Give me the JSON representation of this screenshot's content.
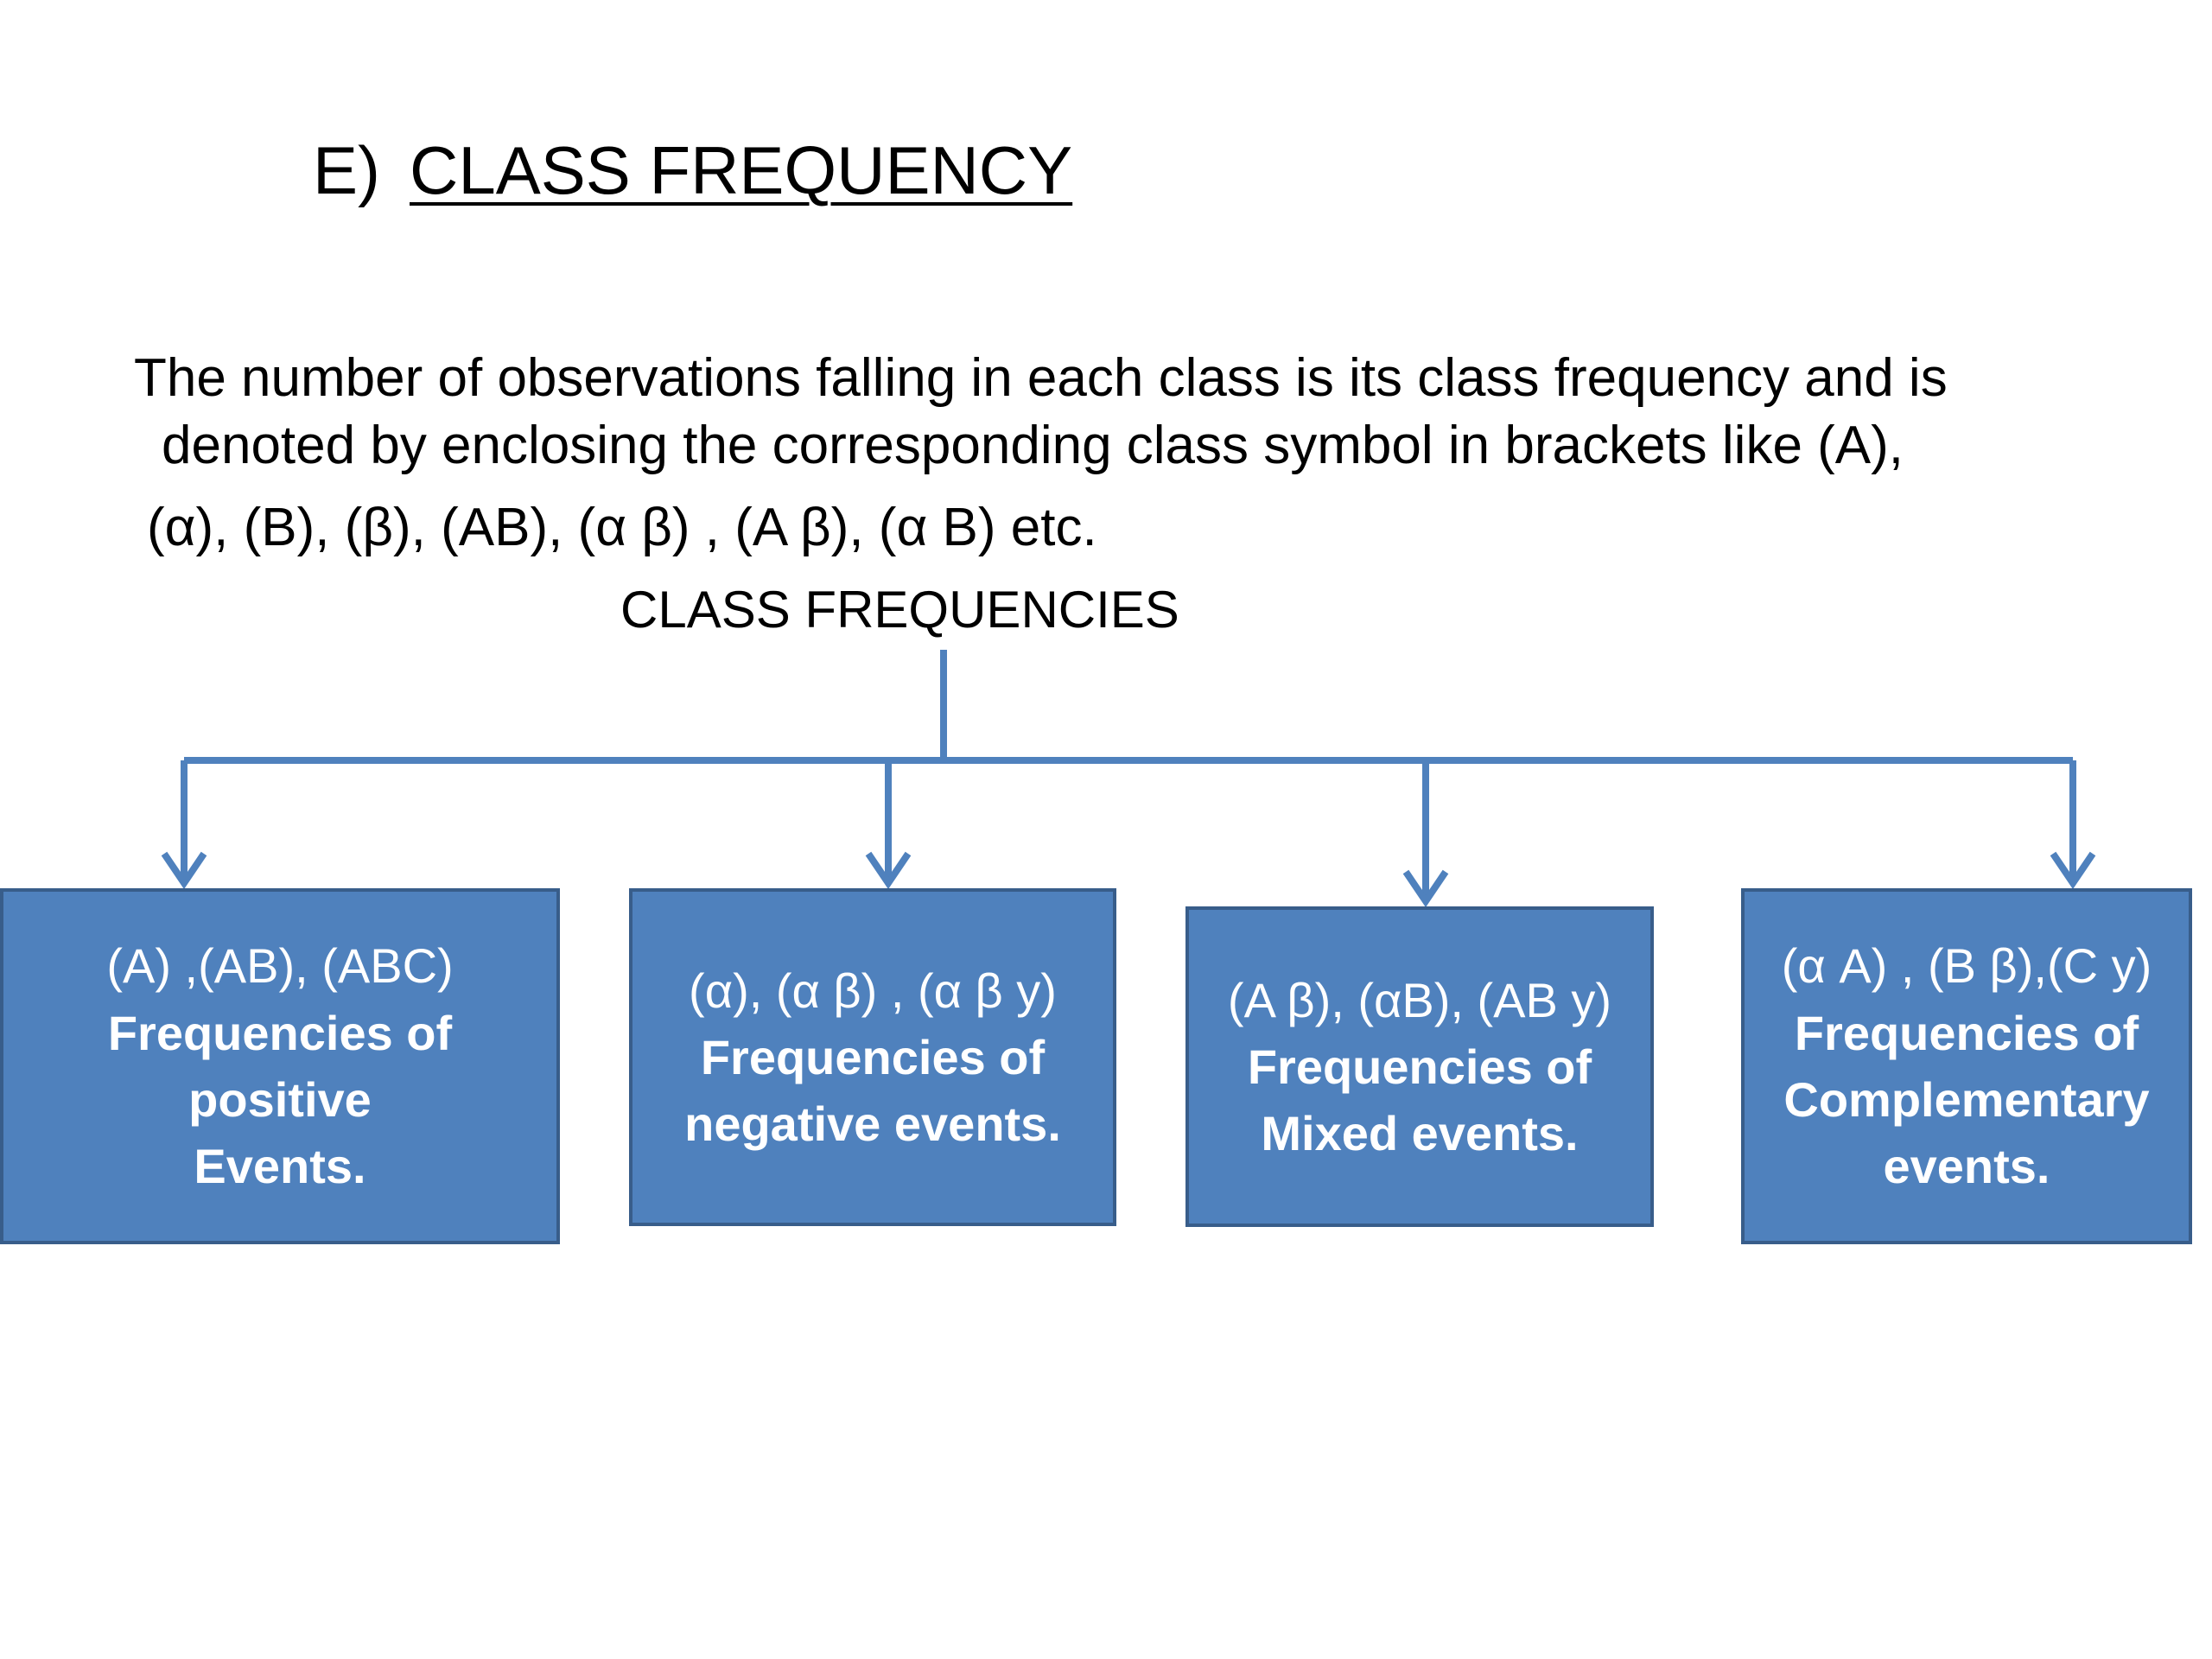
{
  "heading": {
    "marker": "E)",
    "title": "CLASS FREQUENCY"
  },
  "paragraph": {
    "line1": "The number of observations falling in each class is its class frequency and is",
    "line2": "denoted by enclosing the corresponding class symbol in brackets like (A),",
    "line3": "(α), (B), (β), (AB), (α β) , (A β), (α B) etc."
  },
  "diagram": {
    "root_label": "CLASS FREQUENCIES",
    "line_color": "#4f81bd",
    "box_fill": "#4f81bd",
    "box_border": "#385d8a",
    "boxes": [
      {
        "symbols": "(A) ,(AB), (ABC)",
        "description": "Frequencies of\n        positive\nEvents."
      },
      {
        "symbols": "(α), (α β) , (α β y)",
        "description": "Frequencies of\nnegative events."
      },
      {
        "symbols": "(A β), (αB), (AB y)",
        "description": "Frequencies of\nMixed events."
      },
      {
        "symbols": "(α A) , (B β),(C y)",
        "description": "Frequencies of\nComplementary\nevents."
      }
    ]
  }
}
